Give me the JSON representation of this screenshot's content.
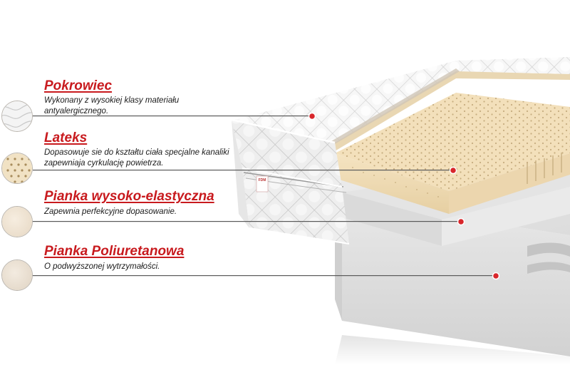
{
  "layers": [
    {
      "title": "Pokrowiec",
      "description": "Wykonany z wysokiej klasy materiału antyalergicznego.",
      "swatch_icon": "quilted-fabric-swatch-icon",
      "swatch_color": "#f4f4f4"
    },
    {
      "title": "Lateks",
      "description": "Dopasowuje sie do kształtu ciała specjalne kanaliki zapewniaja cyrkulację powietrza.",
      "swatch_icon": "perforated-latex-swatch-icon",
      "swatch_color": "#f1e2c4"
    },
    {
      "title": "Pianka wysoko-elastyczna",
      "description": "Zapewnia perfekcyjne dopasowanie.",
      "swatch_icon": "hr-foam-swatch-icon",
      "swatch_color": "#f1e6d6"
    },
    {
      "title": "Pianka Poliuretanowa",
      "description": "O podwyższonej wytrzymałości.",
      "swatch_icon": "pu-foam-swatch-icon",
      "swatch_color": "#ede4d8"
    }
  ],
  "label_tag": "FDM",
  "colors": {
    "accent": "#c81a1e",
    "dot": "#d8262b",
    "latex": "#f2dfb8",
    "foam": "#e2e2e2"
  }
}
